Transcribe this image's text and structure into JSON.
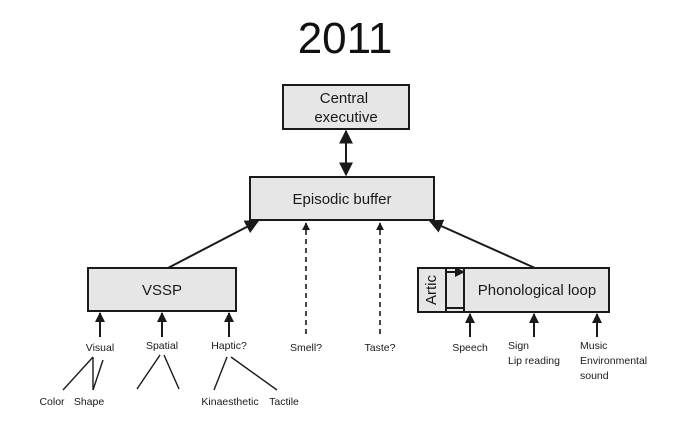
{
  "title": "2011",
  "nodes": {
    "central_executive": [
      "Central",
      "executive"
    ],
    "episodic_buffer": "Episodic buffer",
    "vssp": "VSSP",
    "phonological_loop": "Phonological loop",
    "artic": "Artic"
  },
  "vssp_inputs": {
    "visual": "Visual",
    "spatial": "Spatial",
    "haptic": "Haptic?",
    "color": "Color",
    "shape": "Shape",
    "kinaesthetic": "Kinaesthetic",
    "tactile": "Tactile"
  },
  "buffer_inputs": {
    "smell": "Smell?",
    "taste": "Taste?"
  },
  "loop_inputs": {
    "speech": "Speech",
    "sign": [
      "Sign",
      "Lip reading"
    ],
    "music": [
      "Music",
      "Environmental",
      "sound"
    ]
  }
}
